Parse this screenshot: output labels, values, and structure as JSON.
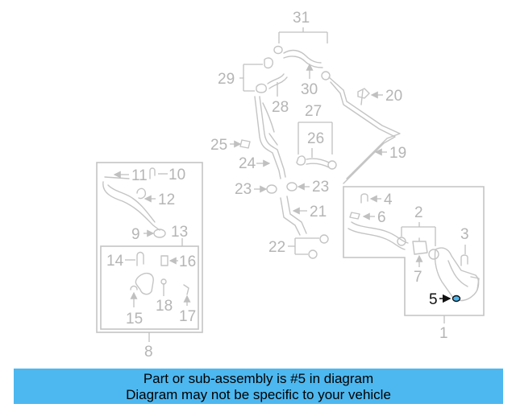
{
  "diagram": {
    "highlight_part": "5",
    "highlight_color": "#4db8f0",
    "labels": {
      "p1": "1",
      "p2": "2",
      "p3": "3",
      "p4": "4",
      "p5": "5",
      "p6": "6",
      "p7": "7",
      "p8": "8",
      "p9": "9",
      "p10": "10",
      "p11": "11",
      "p12": "12",
      "p13": "13",
      "p14": "14",
      "p15": "15",
      "p16": "16",
      "p17": "17",
      "p18": "18",
      "p19": "19",
      "p20": "20",
      "p21": "21",
      "p22": "22",
      "p23a": "23",
      "p23b": "23",
      "p24": "24",
      "p25": "25",
      "p26": "26",
      "p27": "27",
      "p28": "28",
      "p29": "29",
      "p30": "30",
      "p31": "31"
    }
  },
  "banner": {
    "line1": "Part or sub-assembly is #5 in diagram",
    "line2": "Diagram may not be specific to your vehicle",
    "color": "#4db8f0"
  }
}
